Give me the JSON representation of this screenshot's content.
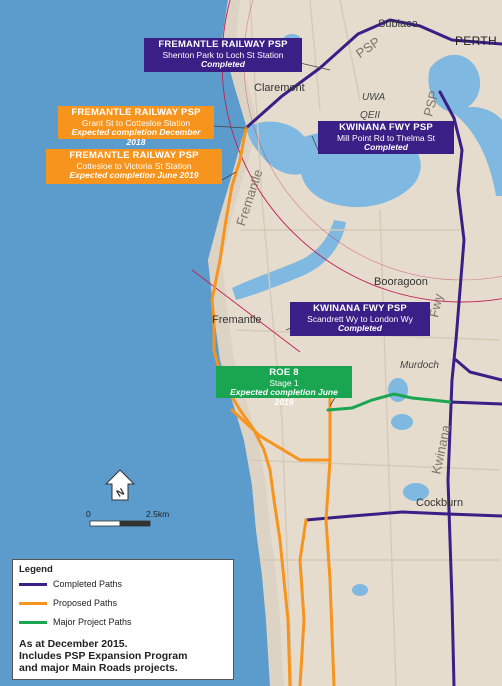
{
  "places": {
    "subiaco": "Subiaco",
    "perth": "PERTH",
    "claremont": "Claremont",
    "uwa": "UWA",
    "qeii": "QEII",
    "booragoon": "Booragoon",
    "fremantle": "Fremantle",
    "murdoch": "Murdoch",
    "cockburn": "Cockburn"
  },
  "road_labels": {
    "psp_north": "PSP",
    "psp_east": "PSP",
    "fremantle_line": "Fremantle",
    "fwy": "Fwy",
    "kwinana": "Kwinana"
  },
  "callouts": [
    {
      "title": "FREMANTLE RAILWAY PSP",
      "subtitle": "Shenton Park to Loch St Station",
      "status": "Completed",
      "color": "#3a1f86"
    },
    {
      "title": "FREMANTLE RAILWAY PSP",
      "subtitle": "Grant St to Cottesloe Station",
      "status": "Expected completion December 2018",
      "color": "#f7941d"
    },
    {
      "title": "KWINANA FWY PSP",
      "subtitle": "Mill Point Rd to Thelma St",
      "status": "Completed",
      "color": "#3a1f86"
    },
    {
      "title": "FREMANTLE RAILWAY PSP",
      "subtitle": "Cottesloe to Victoria St Station",
      "status": "Expected completion June 2019",
      "color": "#f7941d"
    },
    {
      "title": "KWINANA FWY PSP",
      "subtitle": "Scandrett Wy to London Wy",
      "status": "Completed",
      "color": "#3a1f86"
    },
    {
      "title": "ROE 8",
      "subtitle": "Stage 1",
      "status": "Expected completion June 2019",
      "color": "#1aa650"
    }
  ],
  "scale": {
    "start": "0",
    "end": "2.5km"
  },
  "north_arrow": {
    "label": "N",
    "icon": "north-arrow-icon"
  },
  "legend": {
    "title": "Legend",
    "items": [
      {
        "label": "Completed Paths",
        "color": "#3a1f86"
      },
      {
        "label": "Proposed Paths",
        "color": "#f7941d"
      },
      {
        "label": "Major Project Paths",
        "color": "#1aa650"
      }
    ],
    "note_line1": "As at December 2015.",
    "note_line2": "Includes PSP Expansion Program",
    "note_line3": "and major Main Roads projects."
  },
  "colors": {
    "ocean": "#5b9ccd",
    "water": "#7fb8e0",
    "land": "#e6dccd",
    "completed": "#3a1f86",
    "proposed": "#f7941d",
    "major_project": "#1aa650",
    "ring": "#c21e56"
  }
}
